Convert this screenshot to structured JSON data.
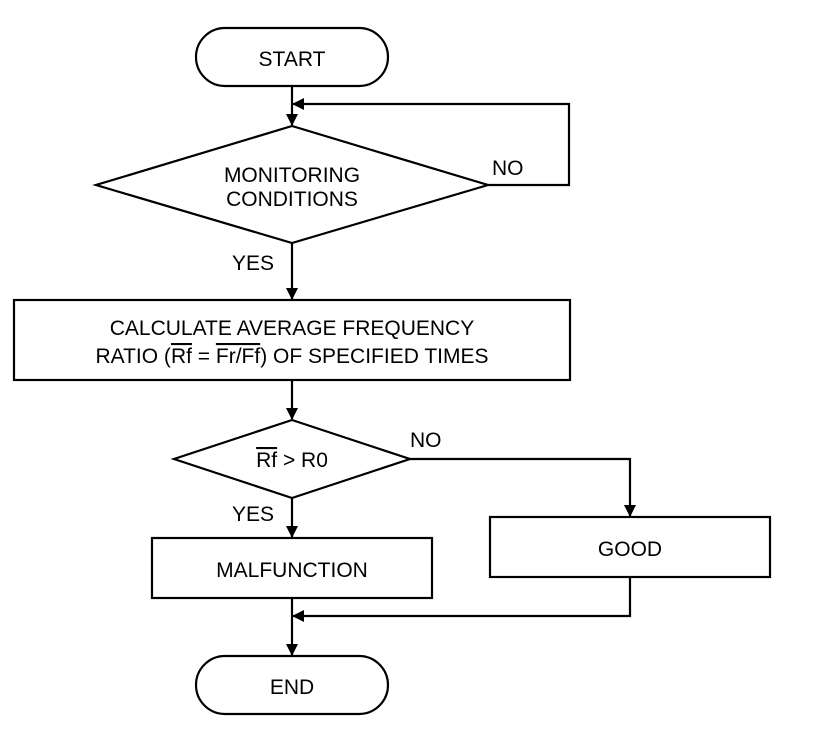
{
  "flowchart": {
    "start": "START",
    "decision_monitoring": [
      "MONITORING",
      "CONDITIONS"
    ],
    "monitoring_no": "NO",
    "monitoring_yes": "YES",
    "process": {
      "line1": "CALCULATE AVERAGE FREQUENCY",
      "line2_prefix": "RATIO (",
      "line2_rf": "Rf",
      "line2_eq": " = ",
      "line2_frff": "Fr/Ff",
      "line2_suffix": ") OF SPECIFIED TIMES"
    },
    "decision_ratio": {
      "rf": "Rf",
      "rest": " > R0"
    },
    "ratio_no": "NO",
    "ratio_yes": "YES",
    "malfunction": "MALFUNCTION",
    "good": "GOOD",
    "end": "END"
  }
}
